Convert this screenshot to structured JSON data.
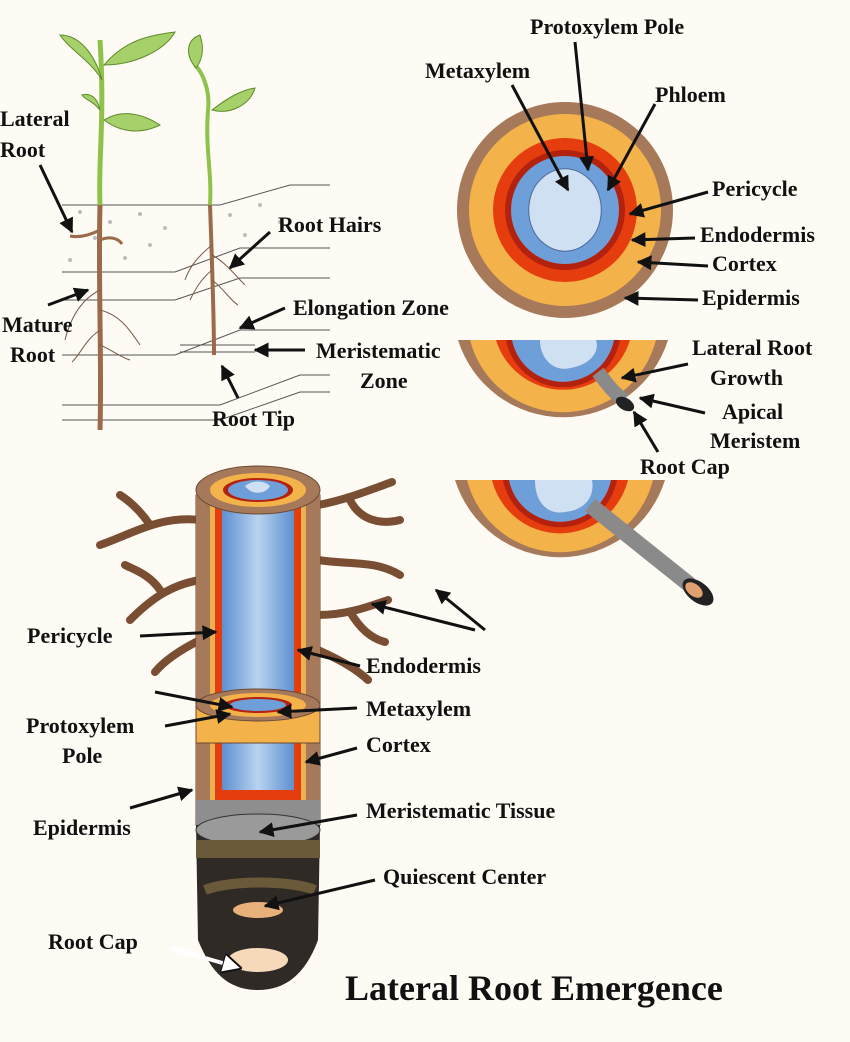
{
  "title": "Lateral Root Emergence",
  "labels": {
    "lateral_root": [
      "Lateral",
      "Root"
    ],
    "root_hairs": "Root Hairs",
    "mature_root": [
      "Mature",
      "Root"
    ],
    "elongation_zone": "Elongation Zone",
    "meristematic_zone": [
      "Meristematic",
      "Zone"
    ],
    "root_tip": "Root Tip",
    "protoxylem_pole_top": "Protoxylem Pole",
    "metaxylem_top": "Metaxylem",
    "phloem": "Phloem",
    "pericycle_top": "Pericycle",
    "endodermis_top": "Endodermis",
    "cortex_top": "Cortex",
    "epidermis_top": "Epidermis",
    "lateral_root_growth": [
      "Lateral Root",
      "Growth"
    ],
    "apical_meristem": [
      "Apical",
      "Meristem"
    ],
    "root_cap_mid": "Root Cap",
    "pericycle_bottom": "Pericycle",
    "endodermis_bottom": "Endodermis",
    "metaxylem_bottom": "Metaxylem",
    "protoxylem_pole_bottom": [
      "Protoxylem",
      "Pole"
    ],
    "cortex_bottom": "Cortex",
    "epidermis_bottom": "Epidermis",
    "meristematic_tissue": "Meristematic Tissue",
    "quiescent_center": "Quiescent Center",
    "root_cap_bottom": "Root Cap"
  },
  "colors": {
    "epidermis": "#a6795a",
    "cortex": "#f3b24a",
    "endodermis": "#e63d0f",
    "pericycle": "#b3220f",
    "vascular": "#6f9fd8",
    "xylem": "#cfe0f2",
    "stem": "#8fc24a",
    "root": "#9b6a4a"
  }
}
